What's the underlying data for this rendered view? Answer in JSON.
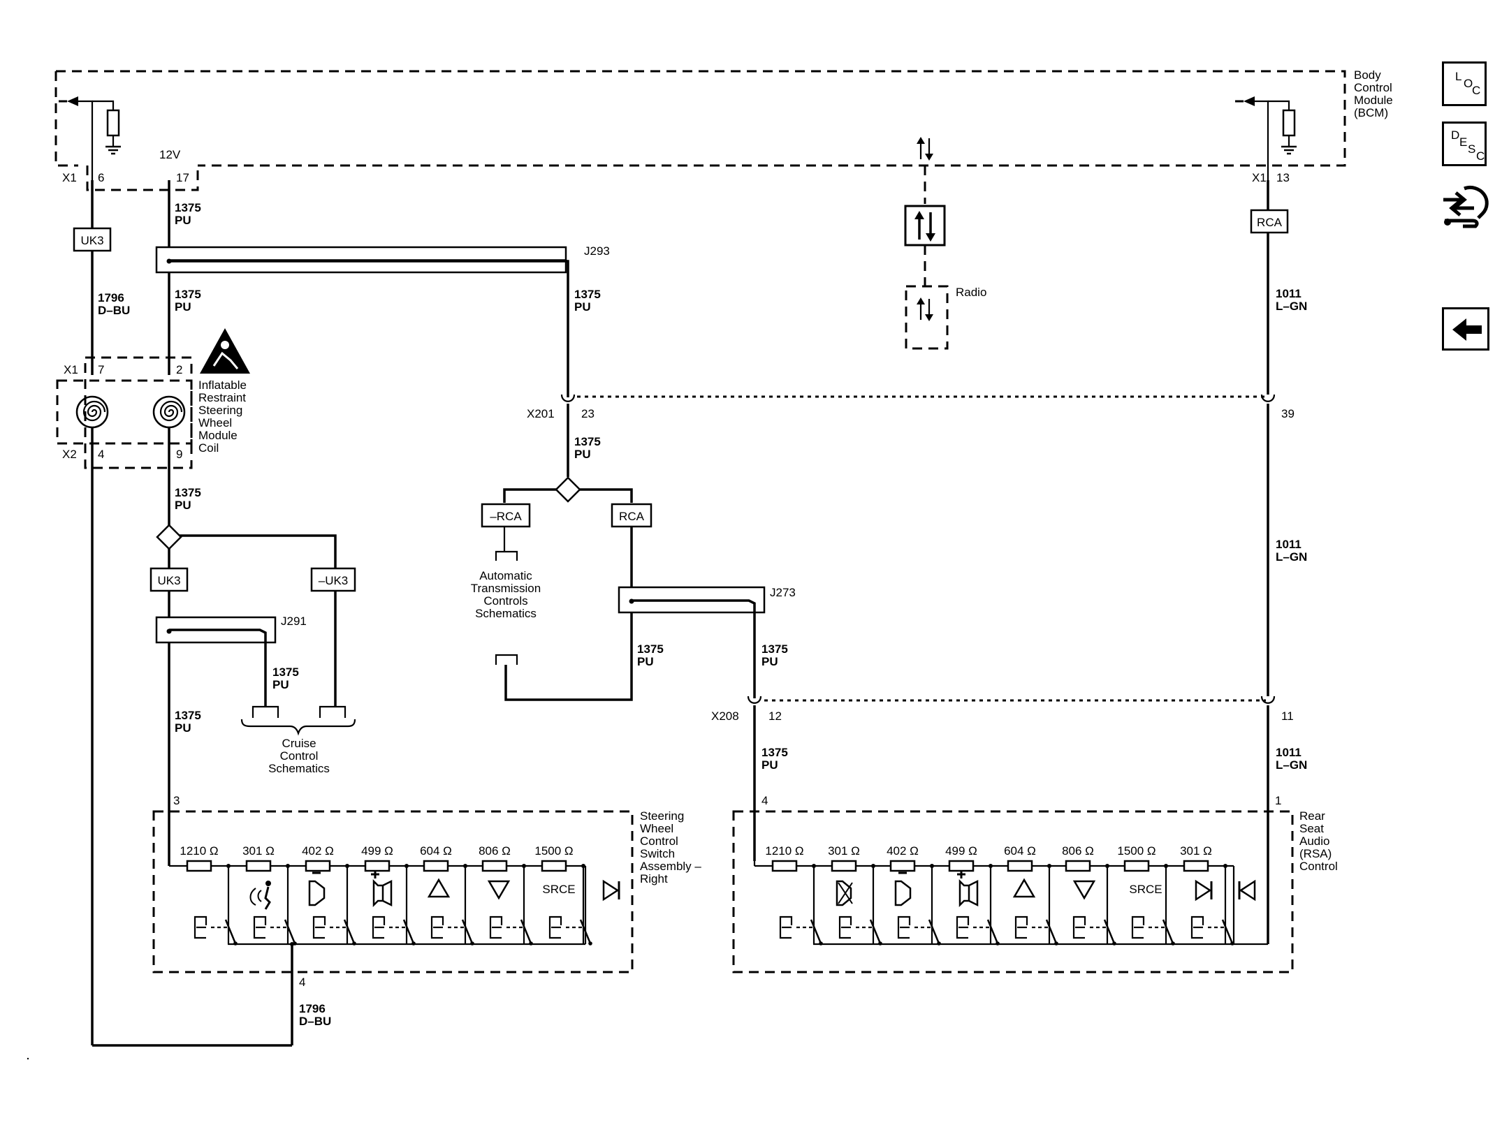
{
  "modules": {
    "bcm": [
      "Body",
      "Control",
      "Module",
      "(BCM)"
    ],
    "radio": "Radio",
    "coil": [
      "Inflatable",
      "Restraint",
      "Steering",
      "Wheel",
      "Module",
      "Coil"
    ],
    "swc": [
      "Steering",
      "Wheel",
      "Control",
      "Switch",
      "Assembly –",
      "Right"
    ],
    "rsa": [
      "Rear",
      "Seat",
      "Audio",
      "(RSA)",
      "Control"
    ],
    "cruise": [
      "Cruise",
      "Control",
      "Schematics"
    ],
    "trans": [
      "Automatic",
      "Transmission",
      "Controls",
      "Schematics"
    ]
  },
  "supply": "12V",
  "connectors": {
    "x1": "X1",
    "x2": "X2",
    "x201": "X201",
    "x208": "X208",
    "j293": "J293",
    "j291": "J291",
    "j273": "J273"
  },
  "pins": {
    "bcm_6": "6",
    "bcm_17": "17",
    "bcm_13": "13",
    "coil_7": "7",
    "coil_2": "2",
    "coil_4": "4",
    "coil_9": "9",
    "x201_23": "23",
    "x201_39": "39",
    "x208_12": "12",
    "x208_11": "11",
    "swc_3": "3",
    "swc_4": "4",
    "rsa_4": "4",
    "rsa_1": "1"
  },
  "wires": {
    "c1375": "1375",
    "c1796": "1796",
    "c1011": "1011",
    "pu": "PU",
    "dbu": "D–BU",
    "lgn": "L–GN"
  },
  "options": {
    "uk3": "UK3",
    "not_uk3": "–UK3",
    "rca": "RCA",
    "not_rca": "–RCA"
  },
  "resistors": {
    "swc": [
      "1210 Ω",
      "301 Ω",
      "402 Ω",
      "499 Ω",
      "604 Ω",
      "806 Ω",
      "1500 Ω"
    ],
    "rsa": [
      "1210 Ω",
      "301 Ω",
      "402 Ω",
      "499 Ω",
      "604 Ω",
      "806 Ω",
      "1500 Ω",
      "301 Ω"
    ]
  },
  "source_label": "SRCE",
  "nav": {
    "loc": [
      "L",
      "O",
      "C"
    ],
    "desc": [
      "D",
      "E",
      "S",
      "C"
    ]
  }
}
